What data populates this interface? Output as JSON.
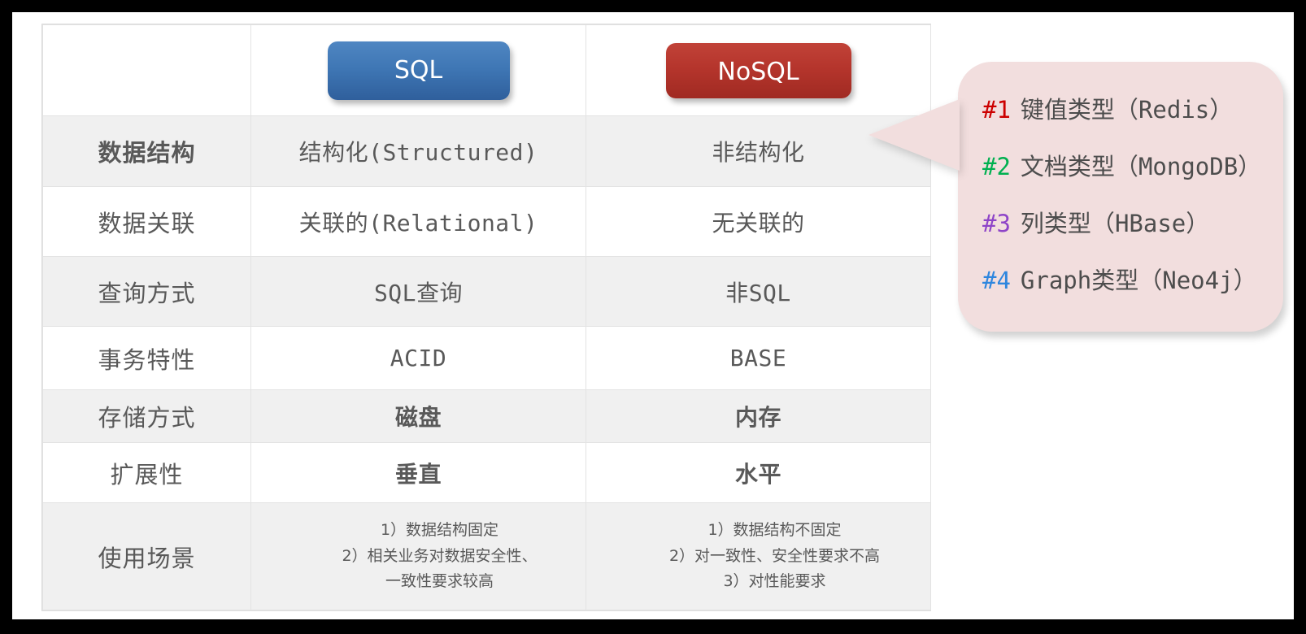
{
  "frame": {
    "border_color": "#000000",
    "canvas_color": "#ffffff"
  },
  "table": {
    "header": {
      "label_col": "",
      "sql": {
        "text": "SQL",
        "color": "#3f77b5",
        "icon": "pill-button"
      },
      "nosql": {
        "text": "NoSQL",
        "color": "#b5352c",
        "icon": "pill-button"
      }
    },
    "columns": [
      "",
      "SQL",
      "NoSQL"
    ],
    "rows": [
      {
        "label": "数据结构",
        "label_bold": true,
        "sql": "结构化(Structured)",
        "nosql": "非结构化",
        "shaded": true
      },
      {
        "label": "数据关联",
        "label_bold": false,
        "sql": "关联的(Relational)",
        "nosql": "无关联的",
        "shaded": false
      },
      {
        "label": "查询方式",
        "label_bold": false,
        "sql": "SQL查询",
        "nosql": "非SQL",
        "shaded": true
      },
      {
        "label": "事务特性",
        "label_bold": false,
        "sql": "ACID",
        "nosql": "BASE",
        "shaded": false
      },
      {
        "label": "存储方式",
        "label_bold": false,
        "sql": "磁盘",
        "nosql": "内存",
        "shaded": true,
        "values_bold": true
      },
      {
        "label": "扩展性",
        "label_bold": false,
        "sql": "垂直",
        "nosql": "水平",
        "shaded": false,
        "values_bold": true
      }
    ],
    "scenario_row": {
      "label": "使用场景",
      "shaded": true,
      "sql_lines": [
        "1）数据结构固定",
        "2）相关业务对数据安全性、",
        "一致性要求较高"
      ],
      "nosql_lines": [
        "1）数据结构不固定",
        "2）对一致性、安全性要求不高",
        "3）对性能要求"
      ]
    }
  },
  "callout": {
    "background": "#f2dede",
    "items": [
      {
        "marker": "#1",
        "marker_color": "#cc0000",
        "label": "键值类型（",
        "tech": "Redis",
        "label_end": "）"
      },
      {
        "marker": "#2",
        "marker_color": "#00b050",
        "label": "文档类型（",
        "tech": "MongoDB",
        "label_end": "）"
      },
      {
        "marker": "#3",
        "marker_color": "#8e44c8",
        "label": "列类型（",
        "tech": "HBase",
        "label_end": "）"
      },
      {
        "marker": "#4",
        "marker_color": "#2e86de",
        "label": "",
        "tech": "Graph",
        "label_mid": "类型（",
        "tech2": "Neo4j",
        "label_end": "）"
      }
    ]
  }
}
